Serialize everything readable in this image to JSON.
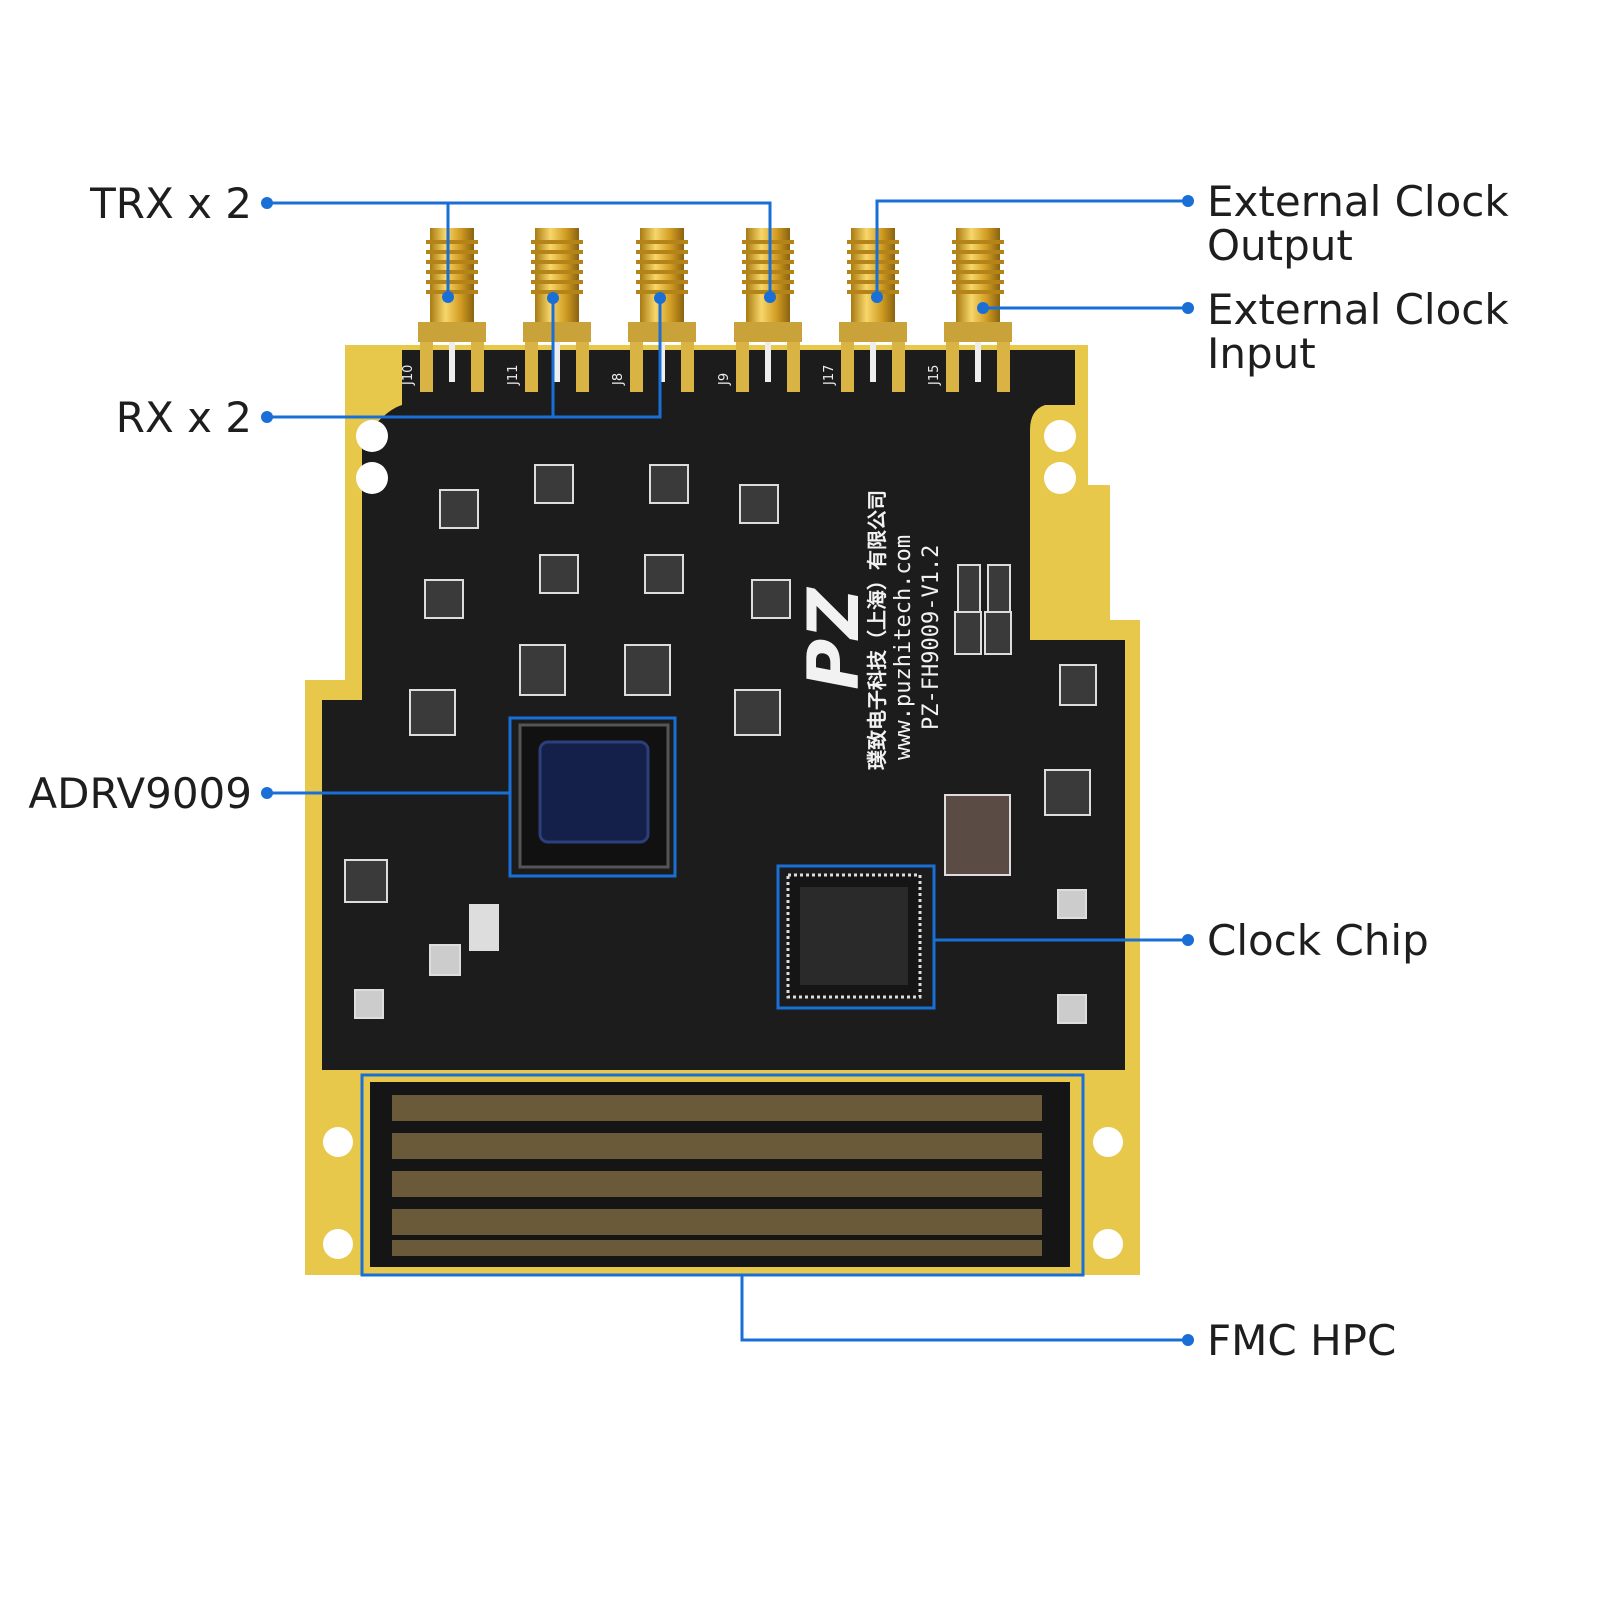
{
  "callouts": {
    "trx": "TRX x 2",
    "rx": "RX x 2",
    "adrv": "ADRV9009",
    "ext_clock_out_1": "External Clock",
    "ext_clock_out_2": "Output",
    "ext_clock_in_1": "External Clock",
    "ext_clock_in_2": "Input",
    "clock_chip": "Clock Chip",
    "fmc": "FMC HPC"
  },
  "board": {
    "company": "璞致电子科技（上海）有限公司",
    "website": "www.puzhitech.com",
    "model": "PZ-FH9009-V1.2",
    "logo": "PZ",
    "connectors": [
      "J10",
      "J11",
      "J8",
      "J9",
      "J17",
      "J15"
    ]
  },
  "colors": {
    "callout": "#1a6fd6",
    "pcb": "#1c1c1c",
    "gold": "#e8c84a",
    "connector_gold": "#d4a326"
  }
}
